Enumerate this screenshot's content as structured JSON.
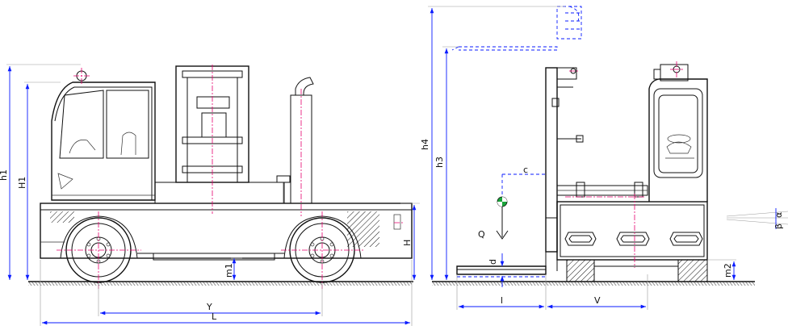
{
  "diagram": {
    "labels": {
      "h1": "h1",
      "H1": "H1",
      "H": "H",
      "m1": "m1",
      "Y": "Y",
      "L": "L",
      "h4": "h4",
      "h3": "h3",
      "c": "c",
      "Q": "Q",
      "d": "d",
      "l": "l",
      "V": "V",
      "m2": "m2",
      "alpha": "α",
      "beta": "β"
    },
    "colors": {
      "outline": "#111111",
      "dimension": "#0a1bff",
      "centerline": "#e6006e",
      "load_marker": "#1aa33a"
    }
  }
}
